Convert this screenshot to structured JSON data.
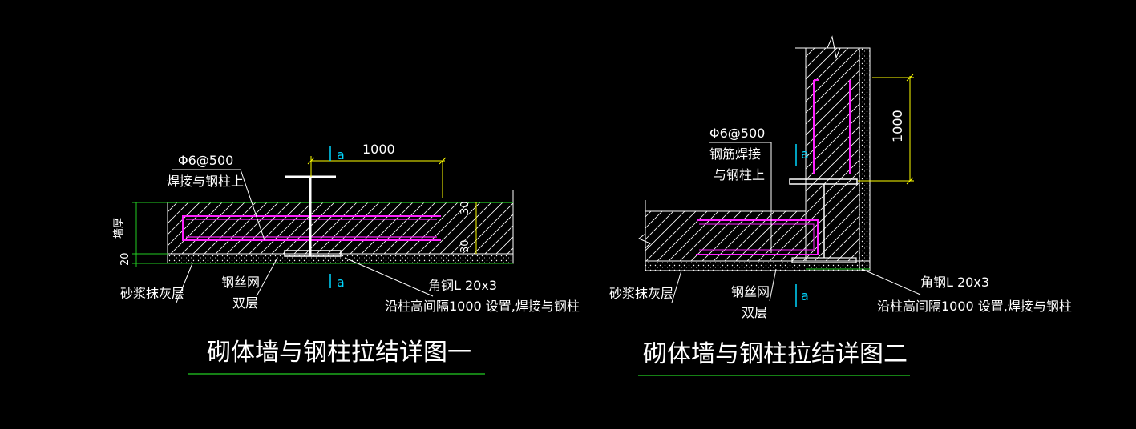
{
  "colors": {
    "background": "#000000",
    "line": "#ffffff",
    "dimension": "#ffff00",
    "rebar": "#ff22ff",
    "section_mark": "#00d7ff",
    "baseline": "#22cc22"
  },
  "detail1": {
    "title": "砌体墙与钢柱拉结详图一",
    "rebar_label": "Φ6@500",
    "weld_label": "焊接与钢柱上",
    "dim_length": "1000",
    "dim_wall": "墙厚",
    "dim_plaster": "20",
    "dim_top_small": "30",
    "dim_bottom_small": "30",
    "section_top": "a",
    "section_bottom": "a",
    "plaster_label": "砂浆抹灰层",
    "mesh_label_1": "钢丝网",
    "mesh_label_2": "双层",
    "angle_label": "角钢L 20x3",
    "angle_note": "沿柱高间隔1000 设置,焊接与钢柱"
  },
  "detail2": {
    "title": "砌体墙与钢柱拉结详图二",
    "rebar_label": "Φ6@500",
    "weld_label_1": "钢筋焊接",
    "weld_label_2": "与钢柱上",
    "dim_length": "1000",
    "section_top": "a",
    "section_bottom": "a",
    "plaster_label": "砂浆抹灰层",
    "mesh_label_1": "钢丝网",
    "mesh_label_2": "双层",
    "angle_label": "角钢L 20x3",
    "angle_note": "沿柱高间隔1000 设置,焊接与钢柱"
  }
}
